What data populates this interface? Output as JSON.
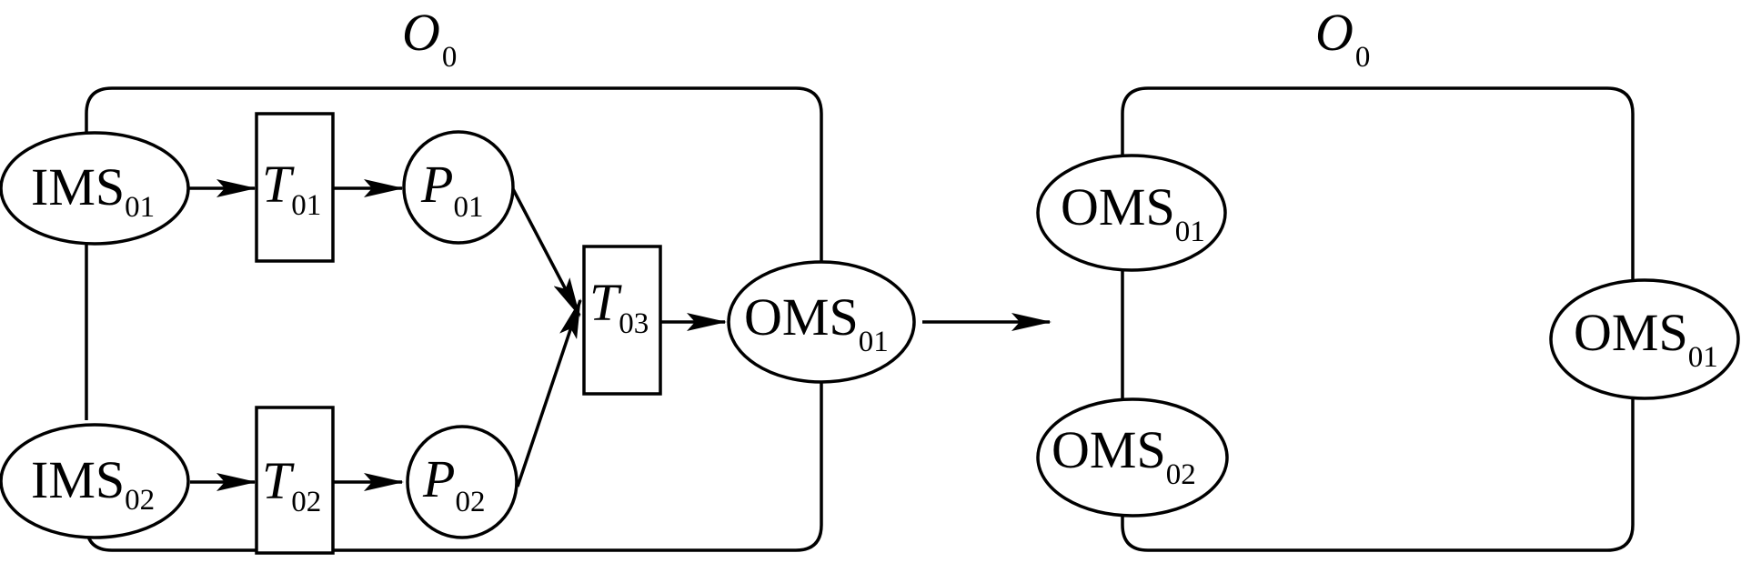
{
  "left_panel": {
    "title": {
      "main": "O",
      "sub": "0"
    },
    "inputs": [
      {
        "main": "IMS",
        "sub": "01"
      },
      {
        "main": "IMS",
        "sub": "02"
      }
    ],
    "transitions": [
      {
        "main": "T",
        "sub": "01"
      },
      {
        "main": "T",
        "sub": "02"
      },
      {
        "main": "T",
        "sub": "03"
      }
    ],
    "places": [
      {
        "main": "P",
        "sub": "01"
      },
      {
        "main": "P",
        "sub": "02"
      }
    ],
    "output": {
      "main": "OMS",
      "sub": "01"
    }
  },
  "right_panel": {
    "title": {
      "main": "O",
      "sub": "0"
    },
    "left_outputs": [
      {
        "main": "OMS",
        "sub": "01"
      },
      {
        "main": "OMS",
        "sub": "02"
      }
    ],
    "right_output": {
      "main": "OMS",
      "sub": "01"
    }
  },
  "colors": {
    "stroke": "#000000",
    "background": "#ffffff"
  }
}
